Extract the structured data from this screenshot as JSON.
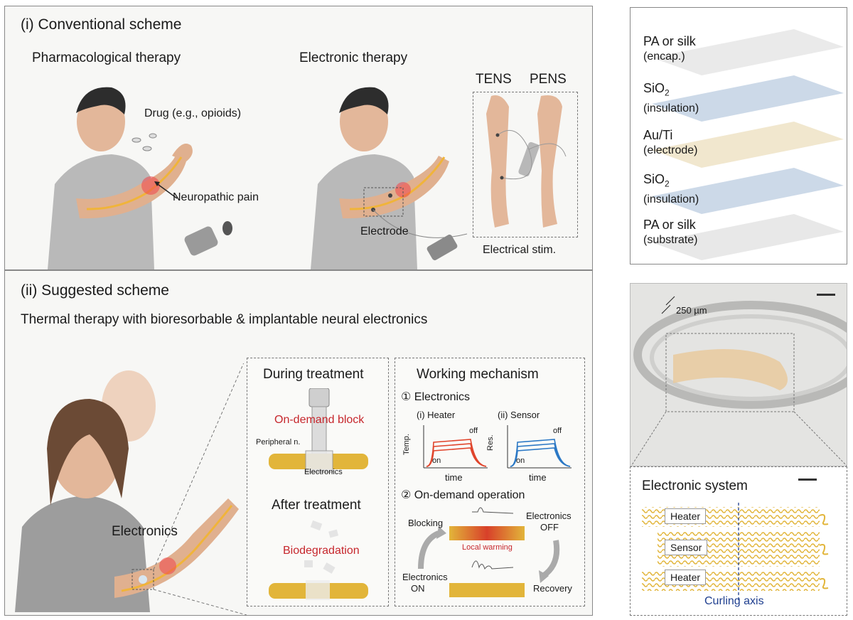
{
  "panel_i": {
    "title": "(i) Conventional scheme",
    "pharma_title": "Pharmacological therapy",
    "electronic_title": "Electronic therapy",
    "drug_label": "Drug (e.g., opioids)",
    "pain_label": "Neuropathic pain",
    "electrode_label": "Electrode",
    "tens_label": "TENS",
    "pens_label": "PENS",
    "stim_label": "Electrical stim."
  },
  "panel_ii": {
    "title": "(ii) Suggested scheme",
    "subtitle": "Thermal therapy with bioresorbable & implantable neural electronics",
    "electronics_label": "Electronics",
    "during_title": "During treatment",
    "on_demand_block": "On-demand block",
    "peripheral_label": "Peripheral n.",
    "electronics_small": "Electronics",
    "after_title": "After treatment",
    "biodegradation": "Biodegradation",
    "mechanism_title": "Working mechanism",
    "step1": "① Electronics",
    "heater_plot_title": "(i) Heater",
    "sensor_plot_title": "(ii) Sensor",
    "temp_axis": "Temp.",
    "res_axis": "Res.",
    "time_axis": "time",
    "on_label": "on",
    "off_label": "off",
    "step2": "② On-demand operation",
    "blocking": "Blocking",
    "electronics_off_1": "Electronics",
    "electronics_off_2": "OFF",
    "local_warming": "Local warming",
    "electronics_on_1": "Electronics",
    "electronics_on_2": "ON",
    "recovery": "Recovery"
  },
  "layers": [
    {
      "main": "PA or silk",
      "sub": "(encap.)",
      "color": "#e8e8e8"
    },
    {
      "main": "SiO",
      "subscript": "2",
      "sub": "(insulation)",
      "color": "#c9d6e6"
    },
    {
      "main": "Au/Ti",
      "sub": "(electrode)",
      "color": "#efe6cf"
    },
    {
      "main": "SiO",
      "subscript": "2",
      "sub": "(insulation)",
      "color": "#c9d6e6"
    },
    {
      "main": "PA or silk",
      "sub": "(substrate)",
      "color": "#e8e8e8"
    }
  ],
  "photo": {
    "thickness_label": "250 µm"
  },
  "system": {
    "title": "Electronic system",
    "heater_top": "Heater",
    "sensor": "Sensor",
    "heater_bottom": "Heater",
    "axis_label": "Curling axis"
  },
  "colors": {
    "accent_red": "#c6262c",
    "heater_red": "#e0452c",
    "sensor_blue": "#2b78c5",
    "gold": "#e2b53a",
    "axis_blue": "#1f3f8f"
  }
}
